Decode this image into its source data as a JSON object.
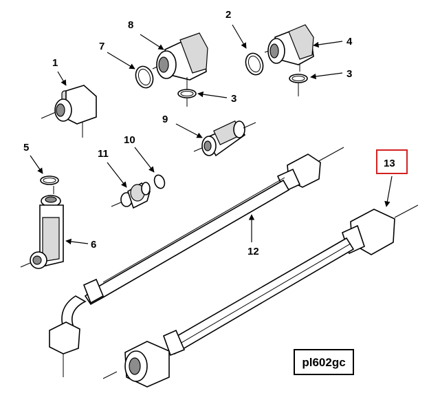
{
  "callouts": {
    "c1": "1",
    "c2": "2",
    "c3a": "3",
    "c3b": "3",
    "c4": "4",
    "c5": "5",
    "c6": "6",
    "c7": "7",
    "c8": "8",
    "c9": "9",
    "c10": "10",
    "c11": "11",
    "c12": "12",
    "c13": "13"
  },
  "highlight": {
    "label": "13",
    "color": "#d32020"
  },
  "figure_id": "pl602gc"
}
